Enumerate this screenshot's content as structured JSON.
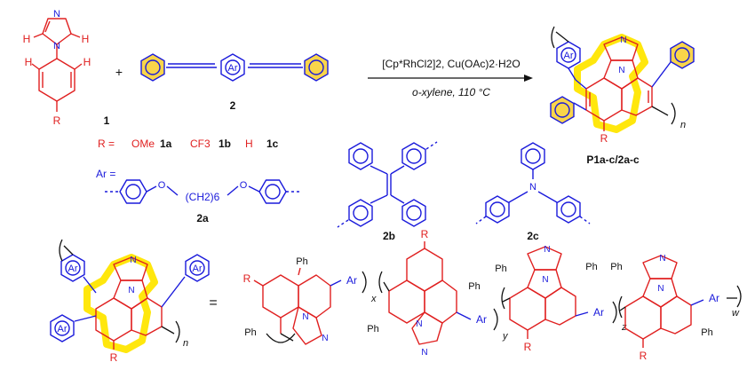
{
  "compound_labels": {
    "c1": "1",
    "c2": "2",
    "product": "P1a-c/2a-c",
    "c2a": "2a",
    "c2b": "2b",
    "c2c": "2c"
  },
  "atoms": {
    "N": "N",
    "H": "H",
    "R": "R",
    "Ar": "Ar",
    "Ph": "Ph",
    "O": "O"
  },
  "reaction": {
    "plus": "+",
    "catalyst": "[Cp*RhCl2]2, Cu(OAc)2·H2O",
    "conditions": "o-xylene, 110 °C"
  },
  "substituents": {
    "r_eq": "R =",
    "items": [
      {
        "group": "OMe",
        "label": "1a"
      },
      {
        "group": "CF3",
        "label": "1b"
      },
      {
        "group": "H",
        "label": "1c"
      }
    ]
  },
  "linker": {
    "ar_eq": "Ar =",
    "chain": "(CH2)6"
  },
  "subscripts": {
    "n": "n",
    "x": "x",
    "y": "y",
    "z": "z",
    "w": "w"
  },
  "equals": "=",
  "colors": {
    "blue": "#1a1adb",
    "red": "#e02020",
    "highlight": "#ffe600",
    "ring_fill": "#f9d54a"
  }
}
